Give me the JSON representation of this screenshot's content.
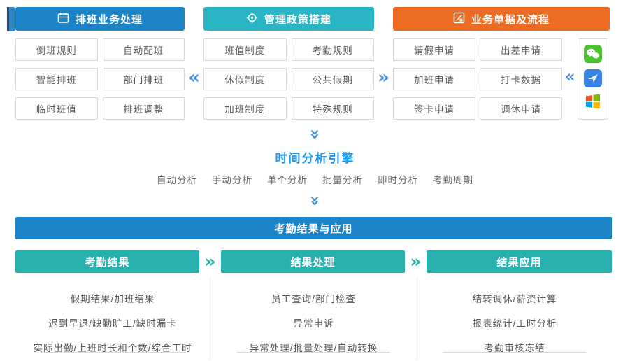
{
  "colors": {
    "banner_blue": "#1b84c9",
    "banner_cyan": "#29b5c4",
    "banner_orange": "#ed6b21",
    "banner_teal": "#28b0ae",
    "chevron_blue": "#4a90d8",
    "chevron_teal": "#2ab3a8",
    "engine_title_blue": "#1e97f0",
    "box_border": "#d7d7d7",
    "box_text": "#595959",
    "wechat_green": "#4dc231",
    "ding_blue": "#3583e3",
    "windows_red": "#f25022",
    "windows_green": "#7fba00",
    "windows_blue": "#00a4ef",
    "windows_yellow": "#ffb900"
  },
  "glyphs": {
    "chevron_left": "«",
    "chevron_right": "»",
    "chevron_down": "»"
  },
  "top_sections": [
    {
      "title": "排班业务处理",
      "icon": "calendar-icon",
      "items": [
        "倒班规则",
        "自动配班",
        "智能排班",
        "部门排班",
        "临时班值",
        "排班调整"
      ]
    },
    {
      "title": "管理政策搭建",
      "icon": "gear-icon",
      "items": [
        "班值制度",
        "考勤规则",
        "休假制度",
        "公共假期",
        "加班制度",
        "特殊规则"
      ]
    },
    {
      "title": "业务单据及流程",
      "icon": "form-flow-icon",
      "items": [
        "请假申请",
        "出差申请",
        "加班申请",
        "打卡数据",
        "签卡申请",
        "调休申请"
      ]
    }
  ],
  "channel_panel": {
    "icons": [
      "wechat-icon",
      "dingtalk-icon",
      "windows-icon"
    ]
  },
  "engine": {
    "title": "时间分析引擎",
    "modes": [
      "自动分析",
      "手动分析",
      "单个分析",
      "批量分析",
      "即时分析",
      "考勤周期"
    ]
  },
  "results": {
    "banner": "考勤结果与应用",
    "columns": [
      {
        "title": "考勤结果",
        "items": [
          "假期结果/加班结果",
          "迟到早退/缺勤旷工/缺时漏卡",
          "实际出勤/上班时长和个数/综合工时"
        ]
      },
      {
        "title": "结果处理",
        "items": [
          "员工查询/部门检查",
          "异常申诉",
          "异常处理/批量处理/自动转换"
        ]
      },
      {
        "title": "结果应用",
        "items": [
          "结转调休/薪资计算",
          "报表统计/工时分析",
          "考勤审核冻结"
        ]
      }
    ]
  }
}
